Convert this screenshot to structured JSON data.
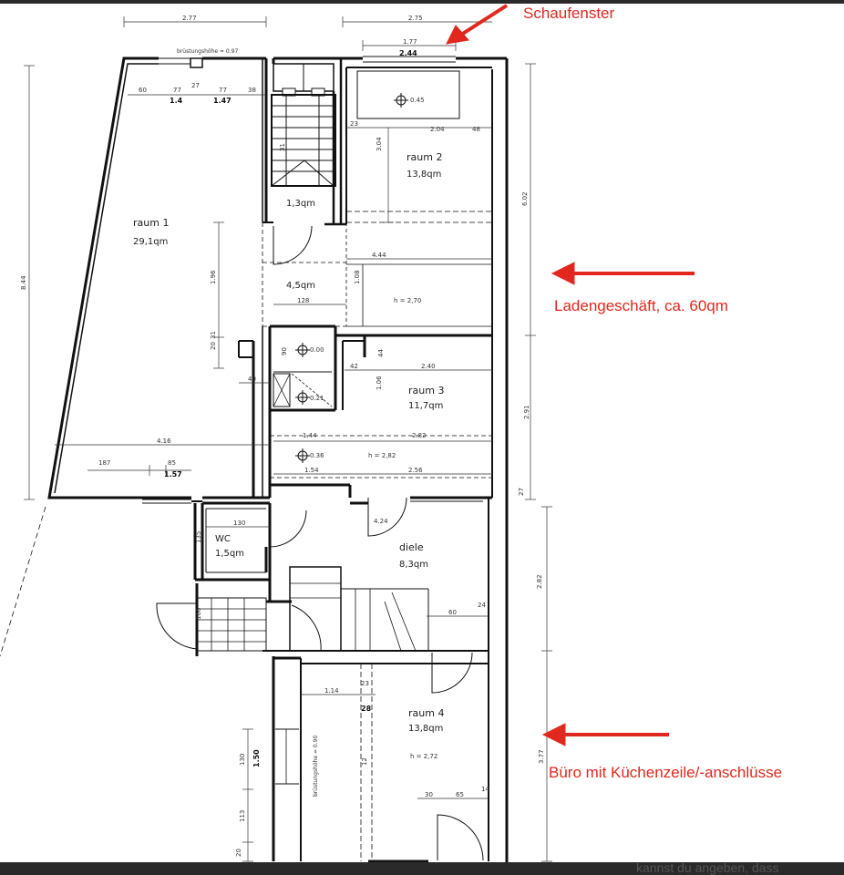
{
  "annotations": {
    "schaufenster": "Schaufenster",
    "ladengeschaeft": "Ladengeschäft, ca. 60qm",
    "buero": "Büro mit Küchenzeile/-anschlüsse"
  },
  "colors": {
    "annotation": "#e0281e",
    "walls": "#111111",
    "background": "#ffffff"
  },
  "rooms": {
    "raum1": {
      "name": "raum 1",
      "area": "29,1qm"
    },
    "raum2": {
      "name": "raum 2",
      "area": "13,8qm"
    },
    "raum3": {
      "name": "raum 3",
      "area": "11,7qm"
    },
    "raum4": {
      "name": "raum 4",
      "area": "13,8qm"
    },
    "wc": {
      "name": "WC",
      "area": "1,5qm"
    },
    "diele": {
      "name": "diele",
      "area": "8,3qm"
    },
    "flur_small": {
      "area": "1,3qm"
    },
    "flur_mid": {
      "area": "4,5qm"
    }
  },
  "dimensions": {
    "top_left_width": "2.77",
    "top_right_width": "2.75",
    "window_177": "1.77",
    "window_244": "2.44",
    "bruestung_top": "brüstungshöhe = 0.97",
    "r1_60": "60",
    "r1_77a": "77",
    "r1_27": "27",
    "r1_77b": "77",
    "r1_38": "38",
    "r1_14": "1.4",
    "r1_147": "1.47",
    "r1_844": "8.44",
    "r1_196": "1.96",
    "r1_20": "20",
    "r1_31": "31",
    "r1_40": "40",
    "r1_416": "4.16",
    "r1_187": "187",
    "r1_85": "85",
    "r1_157": "1.57",
    "r2_23": "23",
    "r2_304": "3.04",
    "r2_204": "2.04",
    "r2_48": "48",
    "r2_045": "0.45",
    "r2_444": "4.44",
    "r2_108": "1.08",
    "r2_h": "h = 2,70",
    "r2_602": "6.02",
    "f_128": "128",
    "f_90": "90",
    "f_000": "0.00",
    "f_021": "0.21",
    "f_31": "31",
    "r3_44": "44",
    "r3_42": "42",
    "r3_240": "2.40",
    "r3_106": "1.06",
    "r3_144": "1.44",
    "r3_282a": "2.82",
    "r3_036": "0.36",
    "r3_h": "h = 2,82",
    "r3_154": "1.54",
    "r3_256": "2.56",
    "r3_291": "2.91",
    "r3_27": "27",
    "wc_130": "130",
    "wc_135": "135",
    "d_424": "4.24",
    "d_60": "60",
    "d_24": "24",
    "d_282": "2.82",
    "d_166": "166",
    "r4_114": "1.14",
    "r4_23": "23",
    "r4_28": "28",
    "r4_bruestung": "brüstungshöhe = 0.90",
    "r4_h": "h = 2,72",
    "r4_30": "30",
    "r4_65": "65",
    "r4_14": "14",
    "r4_150": "1.50",
    "r4_130": "130",
    "r4_113": "113",
    "r4_20": "20",
    "r4_377": "3.77",
    "r4_12": "12"
  },
  "bottom_text": "kannst du angeben, dass"
}
